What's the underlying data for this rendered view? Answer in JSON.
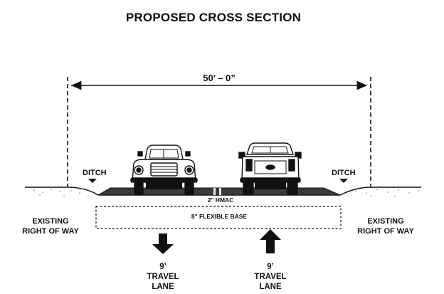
{
  "title": "PROPOSED CROSS SECTION",
  "dimension": "50’ – 0”",
  "labels": {
    "ditch_left": "DITCH",
    "ditch_right": "DITCH",
    "hmac": "2\" HMAC",
    "base": "8\" FLEXIBLE BASE",
    "row_left_line1": "EXISTING",
    "row_left_line2": "RIGHT OF WAY",
    "row_right_line1": "EXISTING",
    "row_right_line2": "RIGHT OF WAY"
  },
  "lanes": [
    {
      "width": "9’",
      "line1": "TRAVEL",
      "line2": "LANE",
      "direction": "down"
    },
    {
      "width": "9’",
      "line1": "TRAVEL",
      "line2": "LANE",
      "direction": "up"
    }
  ],
  "icons": {
    "left_vehicle": "vintage-pickup-truck-front-icon",
    "right_vehicle": "pickup-truck-rear-icon",
    "ditch_marker": "triangle-down-icon"
  }
}
